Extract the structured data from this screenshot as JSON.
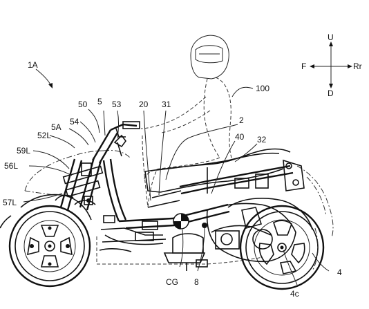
{
  "labels": {
    "fig": "1A",
    "seat_ref": "100",
    "n50": "50",
    "n5": "5",
    "n53": "53",
    "n20": "20",
    "n31": "31",
    "n2": "2",
    "n54": "54",
    "n5A": "5A",
    "n52L": "52L",
    "n59L": "59L",
    "n56L": "56L",
    "n57L": "57L",
    "n40": "40",
    "n32": "32",
    "n4": "4",
    "n4c": "4c",
    "nCG": "CG",
    "n8": "8"
  },
  "compass": {
    "up": "U",
    "down": "D",
    "front": "F",
    "rear": "Rr"
  }
}
